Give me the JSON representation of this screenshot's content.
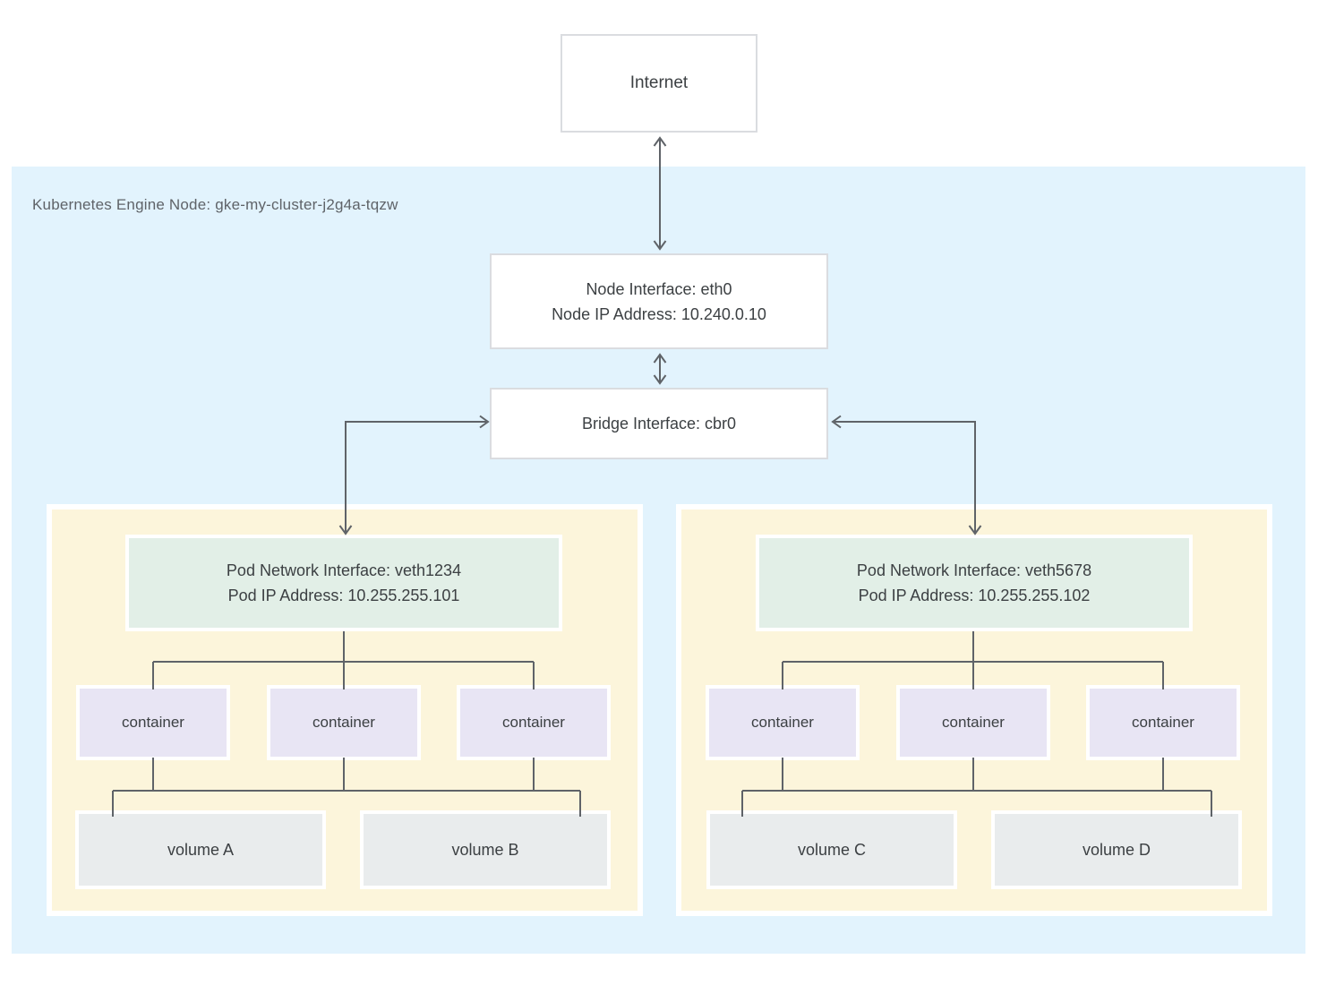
{
  "diagram": {
    "internet_label": "Internet",
    "node": {
      "label": "Kubernetes Engine Node: gke-my-cluster-j2g4a-tqzw",
      "interface": {
        "line1": "Node Interface: eth0",
        "line2": "Node IP Address: 10.240.0.10"
      },
      "bridge": {
        "label": "Bridge Interface: cbr0"
      }
    },
    "pods": [
      {
        "network_interface": {
          "line1": "Pod Network Interface: veth1234",
          "line2": "Pod IP Address: 10.255.255.101"
        },
        "containers": [
          "container",
          "container",
          "container"
        ],
        "volumes": [
          "volume A",
          "volume B"
        ]
      },
      {
        "network_interface": {
          "line1": "Pod Network Interface: veth5678",
          "line2": "Pod IP Address: 10.255.255.102"
        },
        "containers": [
          "container",
          "container",
          "container"
        ],
        "volumes": [
          "volume C",
          "volume D"
        ]
      }
    ],
    "colors": {
      "node_bg": "#e2f3fd",
      "pod_bg": "#fcf5db",
      "pod_interface_bg": "#e2efe7",
      "container_bg": "#e8e5f4",
      "volume_bg": "#e9eced",
      "white_box_border": "#dadce0",
      "connector_line": "#5f6368",
      "text": "#3c4043",
      "node_label_text": "#5f6368"
    }
  }
}
